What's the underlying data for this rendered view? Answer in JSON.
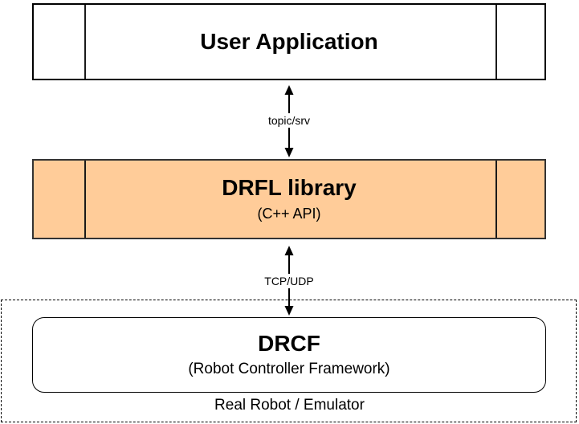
{
  "diagram": {
    "user_application": {
      "title": "User Application"
    },
    "drfl": {
      "title": "DRFL library",
      "subtitle": "(C++ API)",
      "fill_color": "#FFCC99"
    },
    "drcf": {
      "title": "DRCF",
      "subtitle": "(Robot Controller Framework)"
    },
    "environment_label": "Real Robot / Emulator",
    "connectors": {
      "ros": {
        "label": "topic/srv"
      },
      "network": {
        "label": "TCP/UDP"
      }
    },
    "colors": {
      "stroke": "#000000",
      "background": "#ffffff"
    }
  }
}
